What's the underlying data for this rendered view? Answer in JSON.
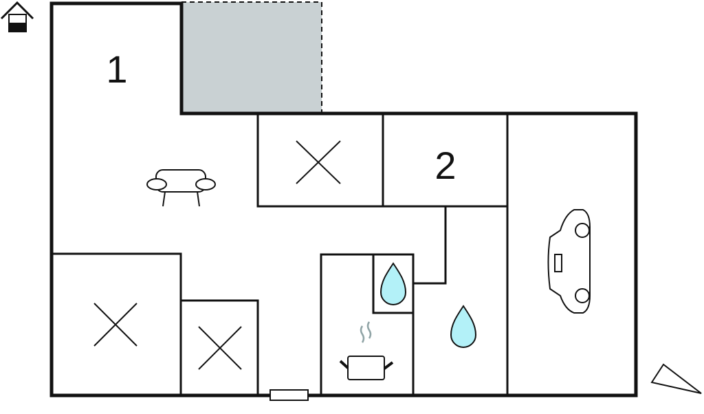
{
  "floor_plan": {
    "room_labels": [
      {
        "id": "bedroom-1",
        "text": "1"
      },
      {
        "id": "bedroom-2",
        "text": "2"
      }
    ],
    "icons": [
      "house-icon",
      "terrace-area",
      "sofa-icon",
      "x-mark-icon",
      "water-drop-icon",
      "cooking-pot-icon",
      "car-icon",
      "door-icon",
      "north-arrow-icon"
    ],
    "colors": {
      "wall": "#111111",
      "terrace": "#c9d1d3",
      "water": "#b3f1f8",
      "steam": "#90a4a6"
    }
  }
}
